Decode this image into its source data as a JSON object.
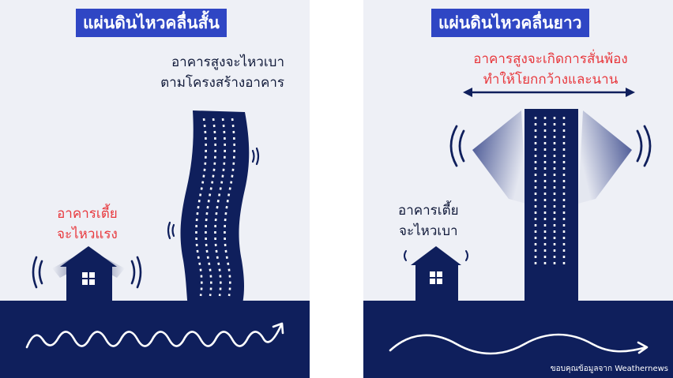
{
  "left_panel": {
    "title": "แผ่นดินไหวคลื่นสั้น",
    "tall_building_note": [
      "อาคารสูงจะไหวเบา",
      "ตามโครงสร้างอาคาร"
    ],
    "low_building_note": [
      "อาคารเตี้ย",
      "จะไหวแรง"
    ]
  },
  "right_panel": {
    "title": "แผ่นดินไหวคลื่นยาว",
    "tall_building_note": [
      "อาคารสูงจะเกิดการสั่นพ้อง",
      "ทำให้โยกกว้างและนาน"
    ],
    "low_building_note": [
      "อาคารเตี้ย",
      "จะไหวเบา"
    ],
    "credit": "ขอบคุณข้อมูลจาก Weathernews"
  },
  "colors": {
    "navy": "#0f1f5c",
    "title_bg": "#2f46c4",
    "red_text": "#e8383d",
    "background": "#eef0f6"
  },
  "icons": [
    "short-wave-icon",
    "long-wave-icon",
    "shake-arc-icon",
    "window-icon",
    "double-arrow-icon"
  ]
}
